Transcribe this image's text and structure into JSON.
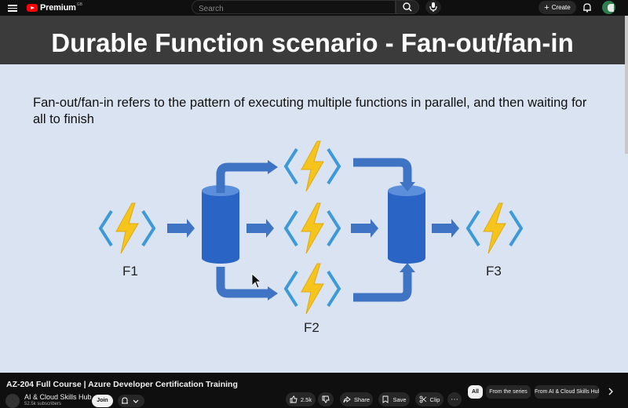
{
  "header": {
    "logo_text": "Premium",
    "logo_region": "GB",
    "search": {
      "placeholder": "Search"
    },
    "create_label": "Create"
  },
  "slide": {
    "title": "Durable Function scenario - Fan-out/fan-in",
    "description": "Fan-out/fan-in refers to the pattern of executing multiple functions in parallel, and then waiting for all to finish",
    "labels": {
      "f1": "F1",
      "f2": "F2",
      "f3": "F3"
    },
    "colors": {
      "arrow": "#3f74c4",
      "cylinder": "#2a64c4",
      "bolt": "#f5c51d",
      "bracket": "#3d9ad6"
    }
  },
  "video": {
    "title": "AZ-204 Full Course | Azure Developer Certification Training",
    "channel_name": "AI & Cloud Skills Hub",
    "subscribers": "52.5k subscribers",
    "join_label": "Join",
    "actions": {
      "likes": "2.5k",
      "share": "Share",
      "save": "Save",
      "clip": "Clip"
    },
    "chips": [
      "All",
      "From the series",
      "From AI & Cloud Skills Hub"
    ]
  }
}
